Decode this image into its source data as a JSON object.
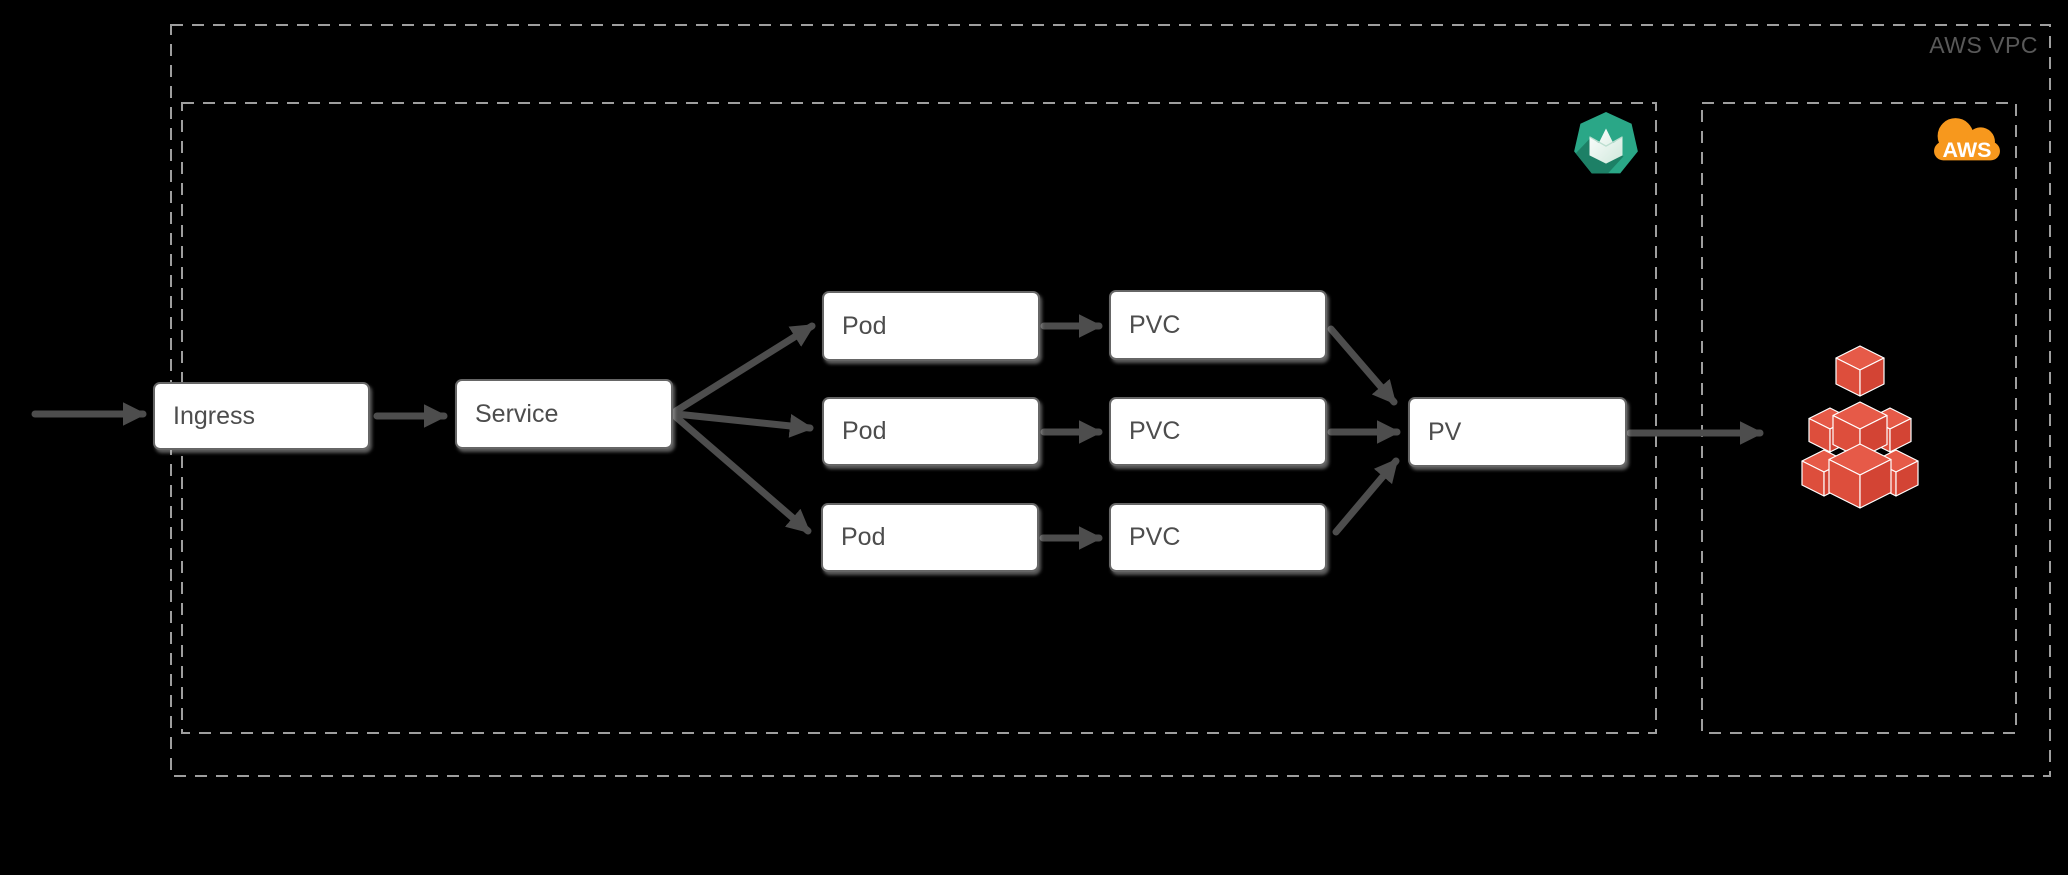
{
  "vpc": {
    "label": "AWS VPC"
  },
  "clusters": {
    "kubernetes": {
      "icon": "kubernetes-icon"
    },
    "aws": {
      "icon": "aws-cloud-icon",
      "cloud_text": "AWS",
      "storage_icon": "aws-storage-cubes-icon"
    }
  },
  "nodes": {
    "ingress": {
      "label": "Ingress"
    },
    "service": {
      "label": "Service"
    },
    "pods": [
      {
        "label": "Pod"
      },
      {
        "label": "Pod"
      },
      {
        "label": "Pod"
      }
    ],
    "pvcs": [
      {
        "label": "PVC"
      },
      {
        "label": "PVC"
      },
      {
        "label": "PVC"
      }
    ],
    "pv": {
      "label": "PV"
    }
  },
  "edges": [
    {
      "from": "external",
      "to": "Ingress"
    },
    {
      "from": "Ingress",
      "to": "Service"
    },
    {
      "from": "Service",
      "to": "Pod 1"
    },
    {
      "from": "Service",
      "to": "Pod 2"
    },
    {
      "from": "Service",
      "to": "Pod 3"
    },
    {
      "from": "Pod 1",
      "to": "PVC 1"
    },
    {
      "from": "Pod 2",
      "to": "PVC 2"
    },
    {
      "from": "Pod 3",
      "to": "PVC 3"
    },
    {
      "from": "PVC 1",
      "to": "PV"
    },
    {
      "from": "PVC 2",
      "to": "PV"
    },
    {
      "from": "PVC 3",
      "to": "PV"
    },
    {
      "from": "PV",
      "to": "AWS storage"
    }
  ],
  "colors": {
    "background": "#000000",
    "node_fill": "#ffffff",
    "node_border": "#666666",
    "node_text": "#4d4d4d",
    "boundary_dash": "#9e9e9e",
    "vpc_label_text": "#595959",
    "arrow": "#4d4d4d",
    "aws_orange": "#f7981d",
    "kubernetes_green": "#2aa787",
    "kubernetes_green_shadow": "#1d8066",
    "storage_red": "#e0523f"
  }
}
